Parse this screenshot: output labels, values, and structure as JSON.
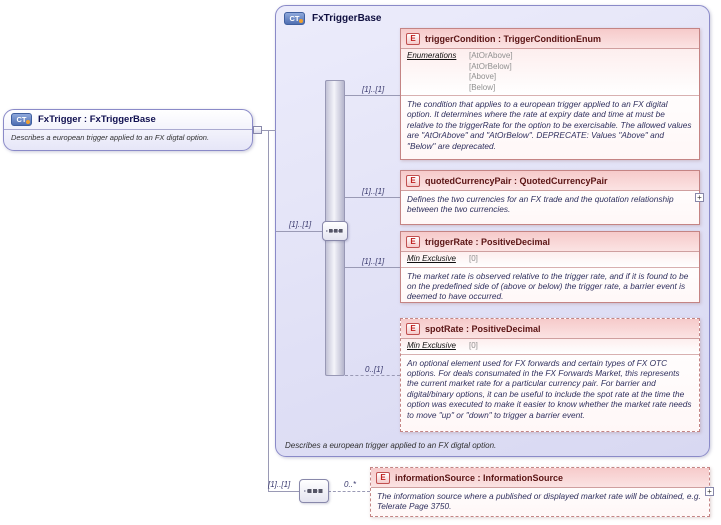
{
  "icons": {
    "ct": "CT",
    "element": "E",
    "plus": "+"
  },
  "colors": {
    "container_fill": "#e4e4f7",
    "container_border": "#8a8ac8",
    "element_border": "#c48484",
    "element_header_fill": "#f6caca",
    "ct_badge": "#4f6fb2",
    "e_badge_text": "#c02020"
  },
  "fxTrigger": {
    "title": "FxTrigger : FxTriggerBase",
    "description": "Describes a european trigger applied to an FX digtal option.",
    "sequence_cardinality": "[1]..[1]"
  },
  "fxTriggerBase": {
    "title": "FxTriggerBase",
    "footer": "Describes a european trigger applied to an FX digtal option.",
    "content_cardinality": "[1]..[1]"
  },
  "elements": {
    "triggerCondition": {
      "title": "triggerCondition : TriggerConditionEnum",
      "cardinality": "[1]..[1]",
      "facet_label": "Enumerations",
      "enumerations": [
        "[AtOrAbove]",
        "[AtOrBelow]",
        "[Above]",
        "[Below]"
      ],
      "description": "The condition that applies to a european trigger applied to an FX digital option. It determines where the rate at expiry date and time at must be relative to the triggerRate for the option to be exercisable. The allowed values are \"AtOrAbove\" and \"AtOrBelow\". DEPRECATE: Values \"Above\" and \"Below\" are deprecated."
    },
    "quotedCurrencyPair": {
      "title": "quotedCurrencyPair : QuotedCurrencyPair",
      "cardinality": "[1]..[1]",
      "description": "Defines the two currencies for an FX trade and the quotation relationship between the two currencies."
    },
    "triggerRate": {
      "title": "triggerRate : PositiveDecimal",
      "cardinality": "[1]..[1]",
      "facet_label": "Min Exclusive",
      "facet_value": "[0]",
      "description": "The market rate is observed relative to the trigger rate, and if it is found to be on the predefined side of (above or below) the trigger rate, a barrier event is deemed to have occurred."
    },
    "spotRate": {
      "title": "spotRate : PositiveDecimal",
      "cardinality": "0..[1]",
      "facet_label": "Min Exclusive",
      "facet_value": "[0]",
      "description": "An optional element used for FX forwards and certain types of FX OTC options. For deals consumated in the FX Forwards Market, this represents the current market rate for a particular currency pair. For barrier and digital/binary options, it can be useful to include the spot rate at the time the option was executed to make it easier to know whether the market rate needs to move \"up\" or \"down\" to trigger a barrier event."
    },
    "informationSource": {
      "title": "informationSource : InformationSource",
      "cardinality": "0..*",
      "description": "The information source where a published or displayed market rate will be obtained, e.g. Telerate Page 3750."
    }
  }
}
